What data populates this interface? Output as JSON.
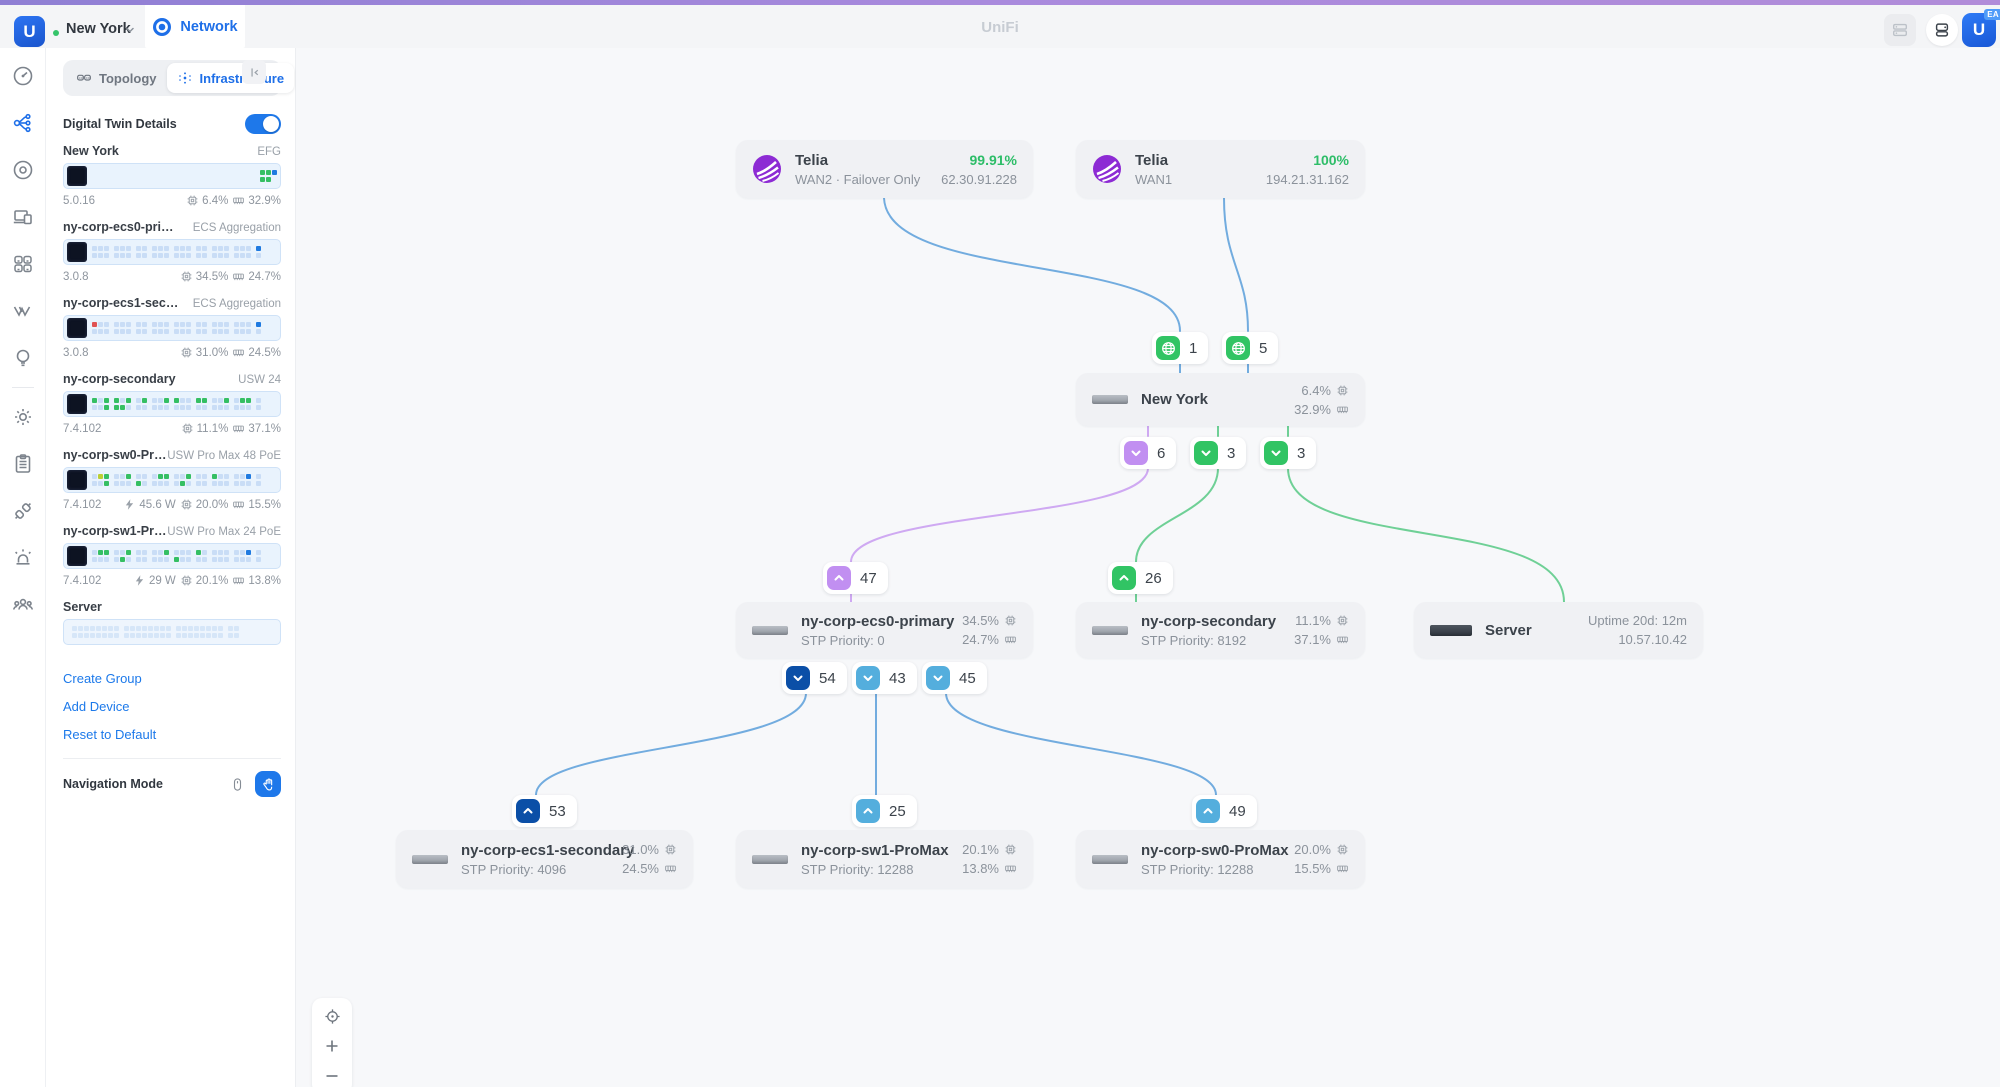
{
  "colors": {
    "accent_blue": "#1e6fe8",
    "green": "#31c464",
    "purple": "#c18ff1",
    "navy": "#0b4fa7",
    "sky": "#54aedd",
    "edge_blue": "#72acdf",
    "edge_green": "#6fd096",
    "edge_purple": "#cfa9f2",
    "green_text": "#2dbd68",
    "telia_purple": "#8d2bd4"
  },
  "header": {
    "site": "New York",
    "app_tab": "Network",
    "center_title": "UniFi",
    "logo_letter": "U",
    "ea_badge": "EA"
  },
  "rail": {
    "items": [
      "dashboard",
      "topology",
      "unifi-devices",
      "client-devices",
      "ports",
      "radios",
      "insights",
      "settings",
      "system-log",
      "integrations",
      "notifications",
      "admins"
    ],
    "active": "topology"
  },
  "panel": {
    "tabs": {
      "topology": "Topology",
      "infrastructure": "Infrastructure"
    },
    "digital_twin_label": "Digital Twin Details",
    "devices": [
      {
        "name": "New York",
        "type": "EFG",
        "version": "5.0.16",
        "power": "",
        "cpu": "6.4%",
        "mem": "32.9%",
        "dark": true,
        "ports": [
          "____________________________ggB",
          "____________________________gg_"
        ]
      },
      {
        "name": "ny-corp-ecs0-prim...",
        "type": "ECS Aggregation",
        "version": "3.0.8",
        "power": "",
        "cpu": "34.5%",
        "mem": "24.7%",
        "dark": true,
        "ports": [
          "... ... .. ... ... .. ... ... B",
          "... ... .. ... ... .. ... ... ."
        ]
      },
      {
        "name": "ny-corp-ecs1-seco...",
        "type": "ECS Aggregation",
        "version": "3.0.8",
        "power": "",
        "cpu": "31.0%",
        "mem": "24.5%",
        "dark": true,
        "ports": [
          "r.. ... .. ... ... .. ... ... B",
          "... ... .. ... ... .. ... ... ."
        ]
      },
      {
        "name": "ny-corp-secondary",
        "type": "USW 24",
        "version": "7.4.102",
        "power": "",
        "cpu": "11.1%",
        "mem": "37.1%",
        "dark": true,
        "ports": [
          "g.g g.g .g ..g g.. gg ..g .gg .",
          "..g gg. .. ... ... .. ... ... ."
        ]
      },
      {
        "name": "ny-corp-sw0-ProMax",
        "type": "USW Pro Max 48 PoE",
        "version": "7.4.102",
        "power": "45.6 W",
        "cpu": "20.0%",
        "mem": "15.5%",
        "dark": true,
        "ports": [
          ".yg ..g .. .gg ..g .. g.. ..B .",
          "..g ... g. ... .g. .. ... ... ."
        ]
      },
      {
        "name": "ny-corp-sw1-ProMax",
        "type": "USW Pro Max 24 PoE",
        "version": "7.4.102",
        "power": "29 W",
        "cpu": "20.1%",
        "mem": "13.8%",
        "dark": true,
        "ports": [
          ".gg ..g .. ..g ... g. ... ..B .",
          "... .g. .. ... g.. .. ... ... ."
        ]
      },
      {
        "name": "Server",
        "type": "",
        "version": "",
        "power": "",
        "cpu": "",
        "mem": "",
        "dark": false,
        "ports": [
          "llllllll llllllll llllllll ll",
          "llllllll llllllll llllllll ll"
        ]
      }
    ],
    "links": [
      "Create Group",
      "Add Device",
      "Reset to Default"
    ],
    "navigation_mode_label": "Navigation Mode"
  },
  "canvas": {
    "nodes": {
      "telia_wan2": {
        "title": "Telia",
        "pct": "99.91%",
        "sub": "WAN2 · Failover Only",
        "ip": "62.30.91.228"
      },
      "telia_wan1": {
        "title": "Telia",
        "pct": "100%",
        "sub": "WAN1",
        "ip": "194.21.31.162"
      },
      "new_york": {
        "title": "New York",
        "cpu": "6.4%",
        "mem": "32.9%"
      },
      "ecs0": {
        "title": "ny-corp-ecs0-primary",
        "sub": "STP Priority: 0",
        "cpu": "34.5%",
        "mem": "24.7%"
      },
      "secondary": {
        "title": "ny-corp-secondary",
        "sub": "STP Priority: 8192",
        "cpu": "11.1%",
        "mem": "37.1%"
      },
      "server": {
        "title": "Server",
        "uptime": "Uptime 20d: 12m",
        "ip": "10.57.10.42"
      },
      "ecs1": {
        "title": "ny-corp-ecs1-secondary",
        "sub": "STP Priority: 4096",
        "cpu": "31.0%",
        "mem": "24.5%"
      },
      "sw1": {
        "title": "ny-corp-sw1-ProMax",
        "sub": "STP Priority: 12288",
        "cpu": "20.1%",
        "mem": "13.8%"
      },
      "sw0": {
        "title": "ny-corp-sw0-ProMax",
        "sub": "STP Priority: 12288",
        "cpu": "20.0%",
        "mem": "15.5%"
      }
    },
    "badges": {
      "g1": "1",
      "g5": "5",
      "p6": "6",
      "n3a": "3",
      "n3b": "3",
      "u47": "47",
      "u26": "26",
      "d54": "54",
      "d43": "43",
      "d45": "45",
      "u53": "53",
      "u25": "25",
      "u49": "49"
    }
  }
}
